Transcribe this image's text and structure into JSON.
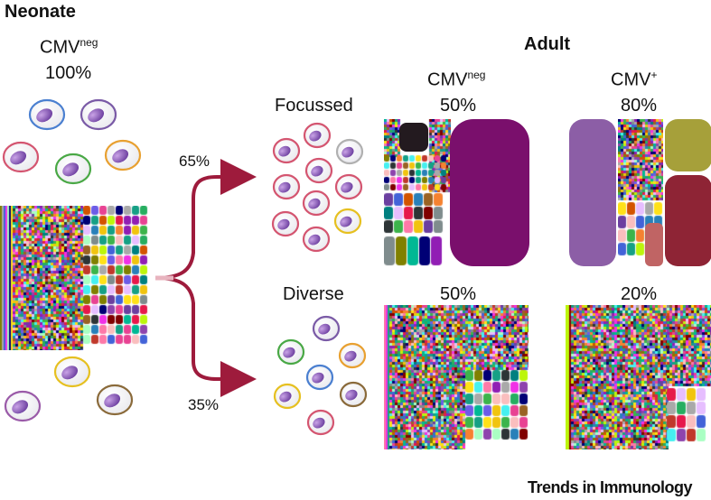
{
  "neonate": {
    "title": "Neonate",
    "cmv_base": "CMV",
    "cmv_sup": "neg",
    "percent": "100%"
  },
  "adult": {
    "title": "Adult",
    "col1": {
      "base": "CMV",
      "sup": "neg"
    },
    "col2": {
      "base": "CMV",
      "sup": "+"
    }
  },
  "rows": {
    "focussed": {
      "label": "Focussed",
      "pct_neg": "50%",
      "pct_pos": "80%"
    },
    "diverse": {
      "label": "Diverse",
      "pct_neg": "50%",
      "pct_pos": "20%"
    }
  },
  "branches": {
    "upper": "65%",
    "lower": "35%"
  },
  "footer": "Trends in Immunology",
  "colors": {
    "arrow": "#9e1b3c",
    "clone_purple": "#7a0f6c",
    "clone_lilac": "#8c5ea6",
    "clone_olive": "#a6a03a",
    "clone_maroon": "#8e2435"
  }
}
